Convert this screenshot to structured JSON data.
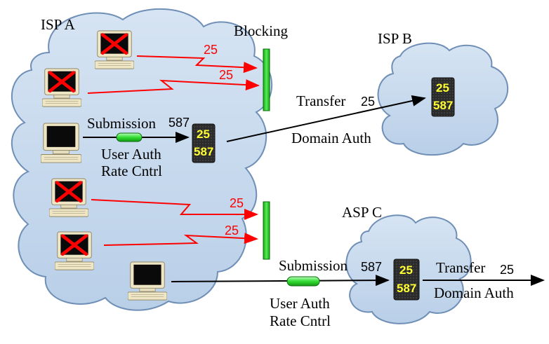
{
  "clouds": {
    "isp_a": "ISP A",
    "isp_b": "ISP B",
    "asp_c": "ASP C"
  },
  "blocking_label": "Blocking",
  "blocked_port": "25",
  "server_ports": {
    "top": "25",
    "bottom": "587"
  },
  "isp_a_submission": {
    "label": "Submission",
    "port": "587",
    "auth_line1": "User Auth",
    "auth_line2": "Rate Cntrl"
  },
  "transfer_to_isp_b": {
    "label": "Transfer",
    "port": "25",
    "auth": "Domain Auth"
  },
  "asp_c_submission": {
    "label": "Submission",
    "port": "587",
    "auth_line1": "User Auth",
    "auth_line2": "Rate Cntrl"
  },
  "transfer_out": {
    "label": "Transfer",
    "port": "25",
    "auth": "Domain Auth"
  },
  "colors": {
    "cloud_fill": "#c7d9ee",
    "cloud_stroke": "#6f8fb6",
    "blocked_arrow": "#ff0000",
    "allowed_arrow": "#000000",
    "block_bar": "#33dd33",
    "server_body": "#2a2a2a",
    "server_text": "#ffff33"
  }
}
